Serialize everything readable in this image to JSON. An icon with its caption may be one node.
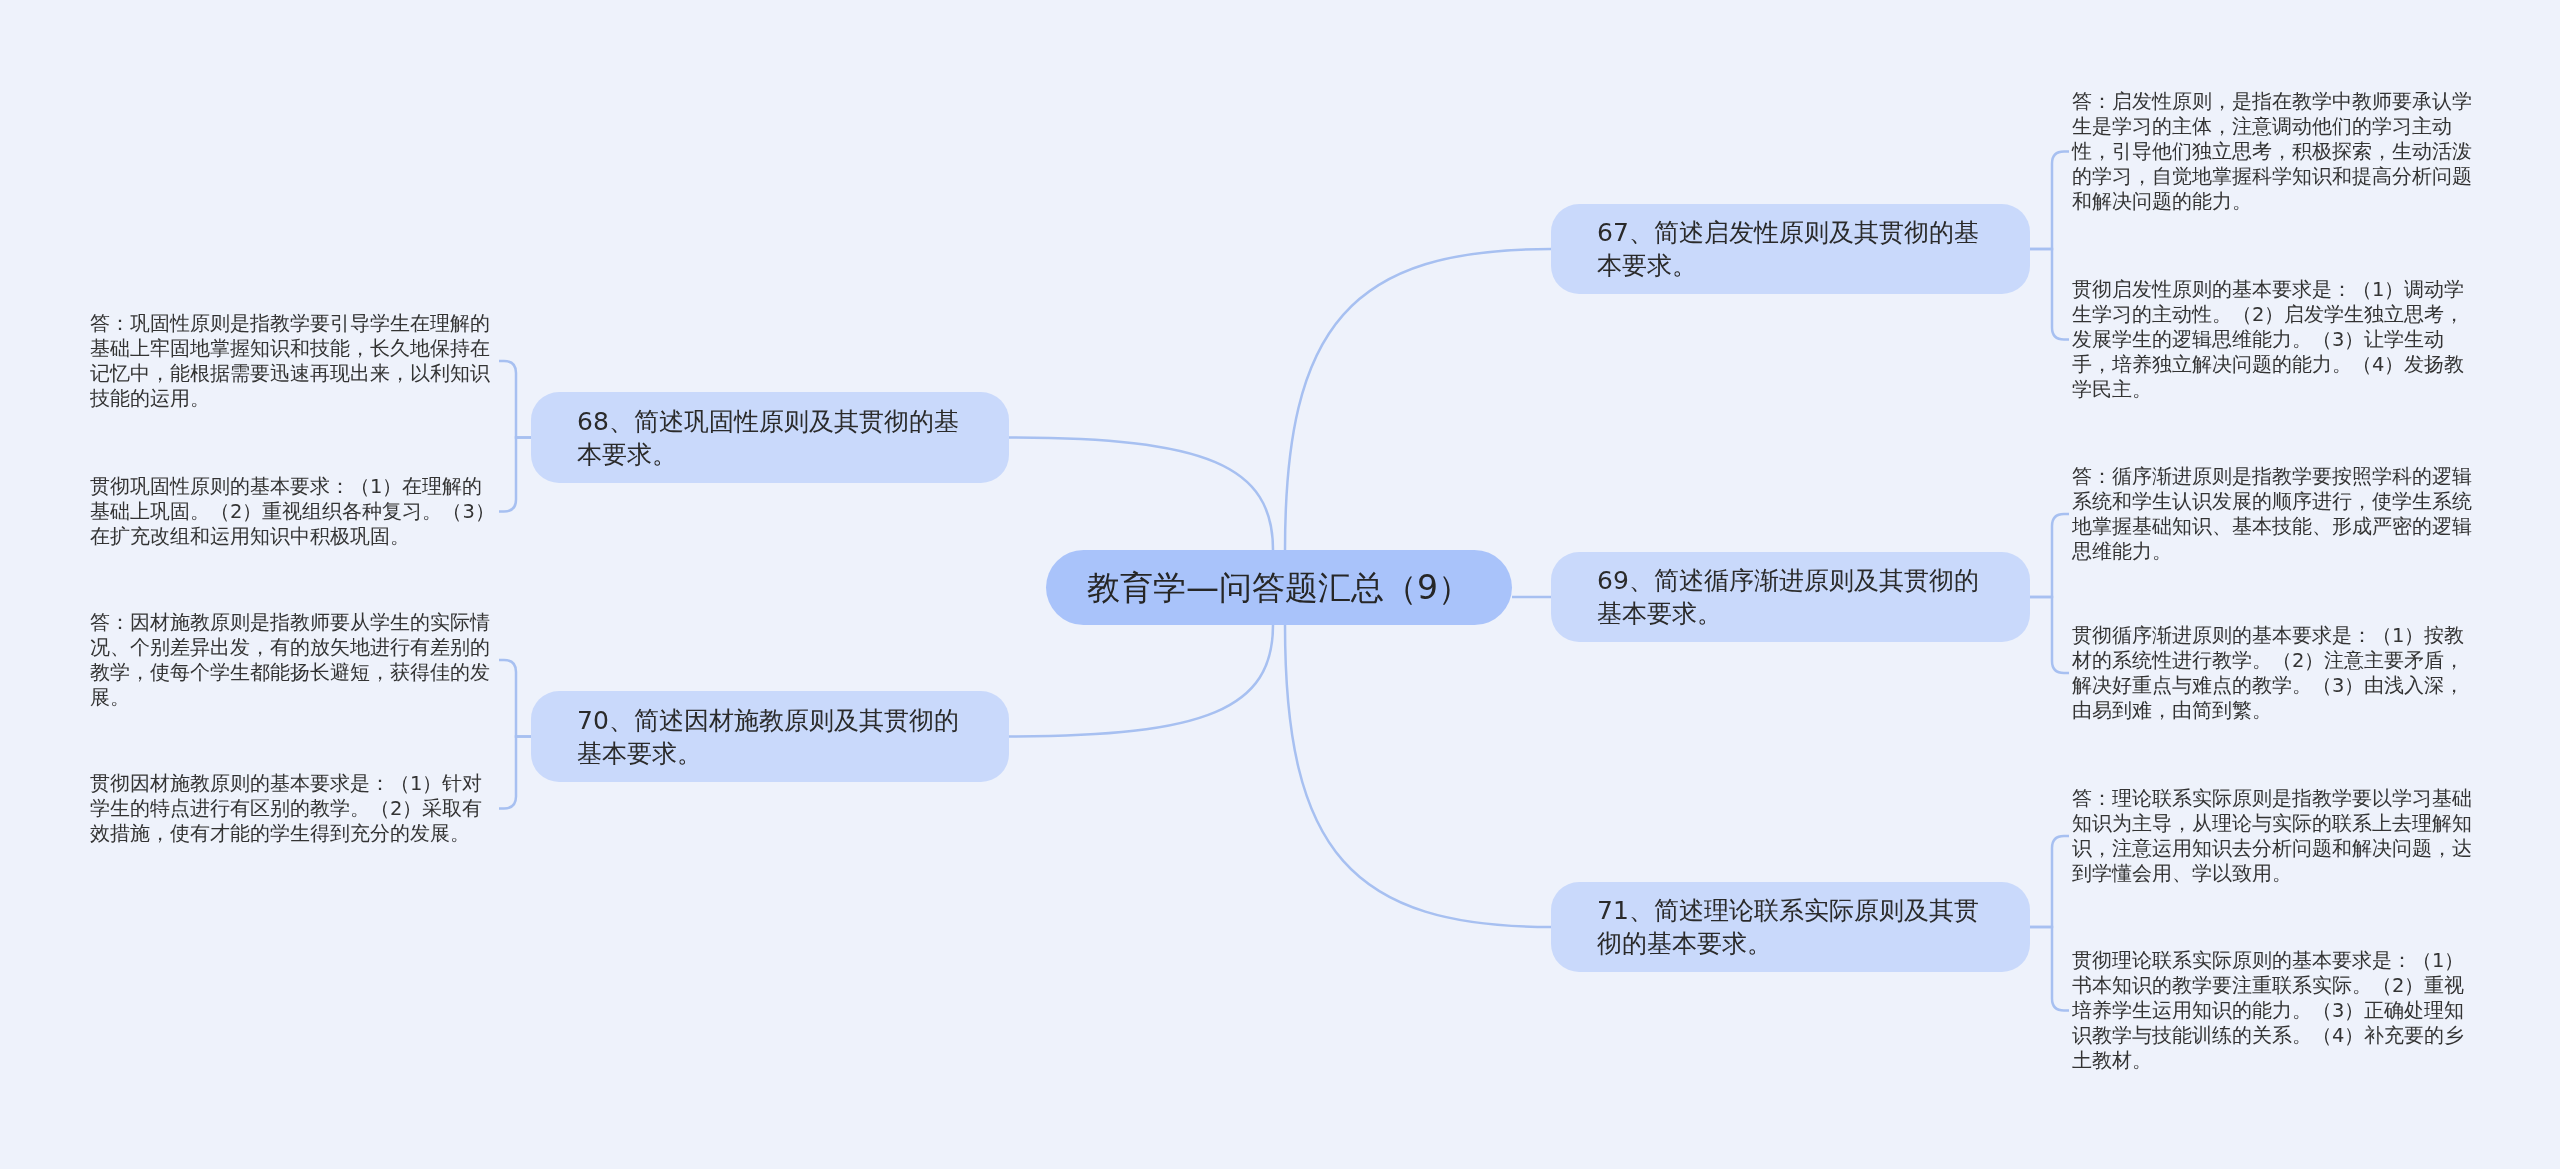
{
  "diagram": {
    "nodes": [
      {
        "text": [
          "教育学—问答题汇总（9）"
        ]
      },
      {
        "text": [
          "68、简述巩固性原则及其贯彻的基本要求。"
        ]
      },
      {
        "text": [
          "答：巩固性原则是指教学要引导学生在理解的基础上牢固地掌握知识和技能，长久地保持在记忆中，能根据需要迅速再现出来，以利知识技能的运用。"
        ]
      },
      {
        "text": [
          "贯彻巩固性原则的基本要求：（1）在理解的基础上巩固。（2）重视组织各种复习。（3）在扩充改组和运用知识中积极巩固。"
        ]
      },
      {
        "text": [
          "70、简述因材施教原则及其贯彻的基本要求。"
        ]
      },
      {
        "text": [
          "答：因材施教原则是指教师要从学生的实际情况、个别差异出发，有的放矢地进行有差别的教学，使每个学生都能扬长避短，获得佳的发展。"
        ]
      },
      {
        "text": [
          "贯彻因材施教原则的基本要求是：（1）针对学生的特点进行有区别的教学。（2）采取有效措施，使有才能的学生得到充分的发展。"
        ]
      },
      {
        "text": [
          "67、简述启发性原则及其贯彻的基本要求。"
        ]
      },
      {
        "text": [
          "答：启发性原则，是指在教学中教师要承认学生是学习的主体，注意调动他们的学习主动性，引导他们独立思考，积极探索，生动活泼的学习，自觉地掌握科学知识和提高分析问题和解决问题的能力。"
        ]
      },
      {
        "text": [
          "贯彻启发性原则的基本要求是：（1）调动学生学习的主动性。（2）启发学生独立思考，发展学生的逻辑思维能力。（3）让学生动手，培养独立解决问题的能力。（4）发扬教学民主。"
        ]
      },
      {
        "text": [
          "69、简述循序渐进原则及其贯彻的基本要求。"
        ]
      },
      {
        "text": [
          "答：循序渐进原则是指教学要按照学科的逻辑系统和学生认识发展的顺序进行，使学生系统地掌握基础知识、基本技能、形成严密的逻辑思维能力。"
        ]
      },
      {
        "text": [
          "贯彻循序渐进原则的基本要求是：（1）按教材的系统性进行教学。（2）注意主要矛盾，解决好重点与难点的教学。（3）由浅入深，由易到难，由简到繁。"
        ]
      },
      {
        "text": [
          "71、简述理论联系实际原则及其贯彻的基本要求。"
        ]
      },
      {
        "text": [
          "答：理论联系实际原则是指教学要以学习基础知识为主导，从理论与实际的联系上去理解知识，注意运用知识去分析问题和解决问题，达到学懂会用、学以致用。"
        ]
      },
      {
        "text": [
          "贯彻理论联系实际原则的基本要求是：（1）书本知识的教学要注重联系实际。（2）重视培养学生运用知识的能力。（3）正确处理知识教学与技能训练的关系。（4）补充要的乡土教材。"
        ]
      }
    ],
    "edges": [
      {
        "from": 0,
        "to": 1,
        "arrow": "none"
      },
      {
        "from": 1,
        "to": 2,
        "arrow": "none"
      },
      {
        "from": 1,
        "to": 3,
        "arrow": "none"
      },
      {
        "from": 0,
        "to": 4,
        "arrow": "none"
      },
      {
        "from": 4,
        "to": 5,
        "arrow": "none"
      },
      {
        "from": 4,
        "to": 6,
        "arrow": "none"
      },
      {
        "from": 0,
        "to": 7,
        "arrow": "none"
      },
      {
        "from": 7,
        "to": 8,
        "arrow": "none"
      },
      {
        "from": 7,
        "to": 9,
        "arrow": "none"
      },
      {
        "from": 0,
        "to": 10,
        "arrow": "none"
      },
      {
        "from": 10,
        "to": 11,
        "arrow": "none"
      },
      {
        "from": 10,
        "to": 12,
        "arrow": "none"
      },
      {
        "from": 0,
        "to": 13,
        "arrow": "none"
      },
      {
        "from": 13,
        "to": 14,
        "arrow": "none"
      },
      {
        "from": 13,
        "to": 15,
        "arrow": "none"
      }
    ]
  }
}
